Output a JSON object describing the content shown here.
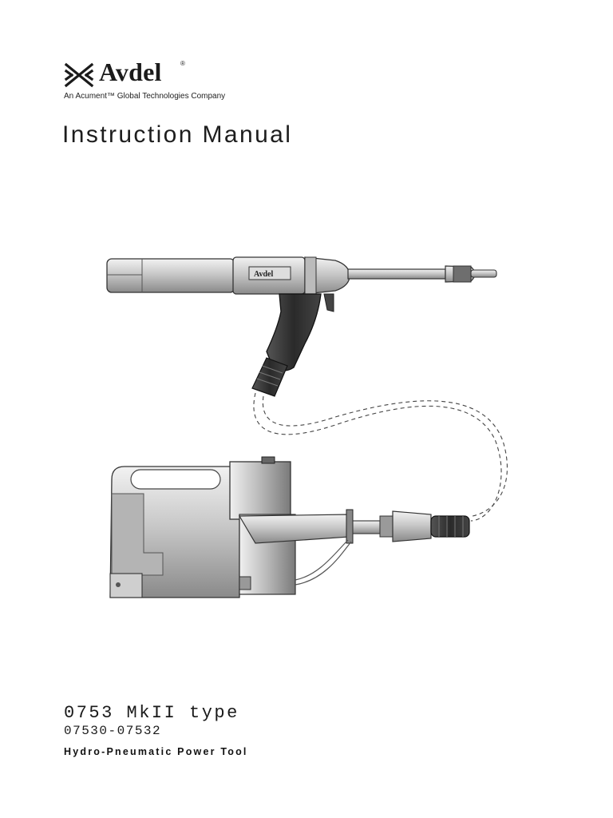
{
  "logo": {
    "brand": "Avdel",
    "registered": "®",
    "tagline": "An Acument™ Global Technologies Company",
    "icon": "avdel-x-mark-icon"
  },
  "title": "Instruction Manual",
  "illustration": {
    "gun_label": "Avdel",
    "icon": "hydro-pneumatic-tool-illustration"
  },
  "product": {
    "model": "0753 MkII type",
    "part_numbers": "07530-07532",
    "description": "Hydro-Pneumatic Power Tool"
  }
}
